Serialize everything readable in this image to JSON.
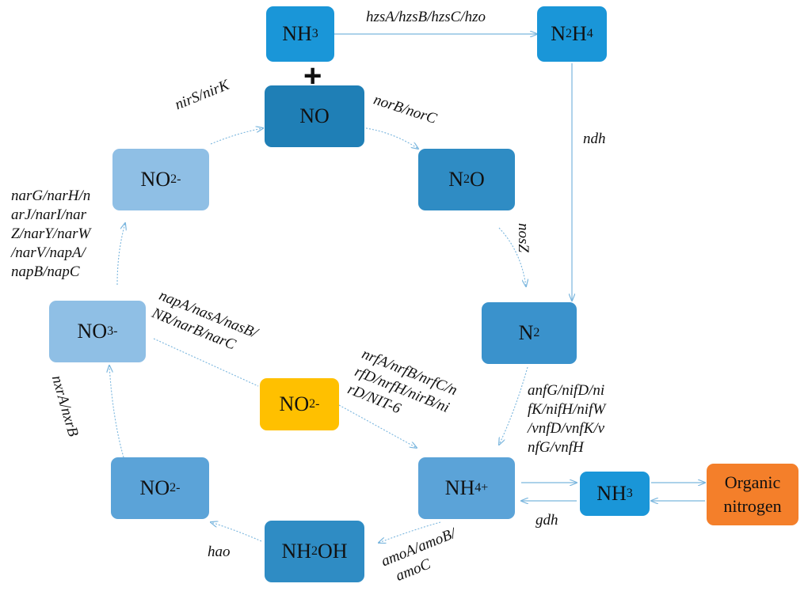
{
  "colors": {
    "deep": "#2f8cc4",
    "mid": "#4a9ad0",
    "light": "#8fbfe5",
    "bright": "#1a96d8",
    "highlight": "#ffc000",
    "organic": "#f47f2a",
    "edge": "#7ab6de"
  },
  "nodes": {
    "nh3_top": {
      "base": "NH",
      "sub": "3",
      "sup": ""
    },
    "n2h4": {
      "base": "N",
      "sub": "2",
      "mid": "H",
      "sub2": "4"
    },
    "no": {
      "base": "NO"
    },
    "no2_upper": {
      "base": "NO",
      "sub": "2",
      "sup": "-"
    },
    "n2o": {
      "base": "N",
      "sub": "2",
      "tail": "O"
    },
    "n2": {
      "base": "N",
      "sub": "2"
    },
    "no3": {
      "base": "NO",
      "sub": "3",
      "sup": "-"
    },
    "no2_center": {
      "base": "NO",
      "sub": "2",
      "sup": "-"
    },
    "no2_lower": {
      "base": "NO",
      "sub": "2",
      "sup": "-"
    },
    "nh4": {
      "base": "NH",
      "sub": "4",
      "sup": "+"
    },
    "nh3_right": {
      "base": "NH",
      "sub": "3"
    },
    "nh2oh": {
      "base": "NH",
      "sub": "2",
      "tail": "OH"
    },
    "organic": {
      "line1": "Organic",
      "line2": "nitrogen"
    }
  },
  "plus_sign": "+",
  "genes": {
    "hzs": "hzsA/hzsB/hzsC/hzo",
    "ndh": "ndh",
    "nir": "nirS/nirK",
    "nor": "norB/norC",
    "nosz": "nosZ",
    "nar": [
      "narG/narH/n",
      "arJ/narI/nar",
      "Z/narY/narW",
      "/narV/napA/",
      "napB/napC"
    ],
    "nas": [
      "napA/nasA/nasB/",
      "NR/narB/narC"
    ],
    "nrf": [
      "nrfA/nrfB/nrfC/n",
      "rfD/nrfH/nirB/ni",
      "rD/NIT-6"
    ],
    "nif": [
      "anfG/nifD/ni",
      "fK/nifH/nifW",
      "/vnfD/vnfK/v",
      "nfG/vnfH"
    ],
    "nxr": "nxrA/nxrB",
    "hao": "hao",
    "amo": [
      "amoA/amoB/",
      "amoC"
    ],
    "gdh": "gdh"
  }
}
